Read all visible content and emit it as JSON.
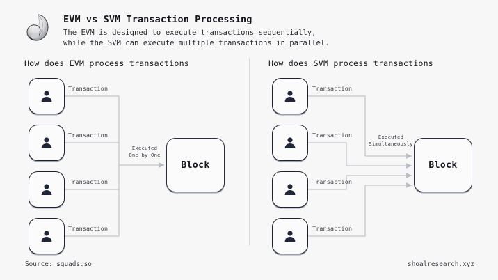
{
  "header": {
    "logo_icon": "seashell-logo",
    "title": "EVM vs SVM Transaction Processing",
    "subtitle_line1": "The EVM is designed to execute transactions sequentially,",
    "subtitle_line2": "while the SVM can execute multiple transactions in parallel."
  },
  "sections": {
    "evm": {
      "heading": "How does EVM process transactions",
      "block_label": "Block",
      "flow_label_line1": "Executed",
      "flow_label_line2": "One by One",
      "edges": [
        {
          "label": "Transaction"
        },
        {
          "label": "Transaction"
        },
        {
          "label": "Transaction"
        },
        {
          "label": "Transaction"
        }
      ],
      "user_icon": "user-icon"
    },
    "svm": {
      "heading": "How does SVM process transactions",
      "block_label": "Block",
      "flow_label_line1": "Executed",
      "flow_label_line2": "Simultaneously",
      "edges": [
        {
          "label": "Transaction"
        },
        {
          "label": "Transaction"
        },
        {
          "label": "Transaction"
        },
        {
          "label": "Transaction"
        }
      ],
      "user_icon": "user-icon"
    }
  },
  "footer": {
    "source": "Source: squads.so",
    "site": "shoalresearch.xyz"
  },
  "colors": {
    "background": "#f7f7f7",
    "node_border": "#1d2330",
    "node_fill": "#fbfbfb",
    "icon": "#202638",
    "line": "#b9bcc2",
    "divider": "#d8d8da",
    "text": "#15171c"
  },
  "diagram_data": {
    "type": "flow-diagram",
    "left_panel": {
      "inputs": 4,
      "merge": "sequential-single-arrow",
      "outputs": 1
    },
    "right_panel": {
      "inputs": 4,
      "merge": "parallel-four-arrows",
      "outputs": 4
    }
  }
}
